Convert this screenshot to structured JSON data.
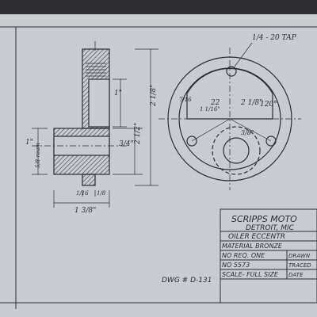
{
  "drawing": {
    "company": "SCRIPPS MOTO",
    "location": "DETROIT, MIC",
    "part_name": "OILER ECCENTR",
    "material": "MATERIAL  BRONZE",
    "quantity": "NO REQ.  ONE",
    "drawn_by": "DRAWN",
    "number": "NO 5573",
    "traced": "TRACED",
    "scale": "SCALE- FULL SIZE",
    "date": "DATE",
    "dwg_number": "DWG # D-131"
  },
  "dimensions": {
    "tap": "1/4 - 20 TAP",
    "bore": "1\"",
    "hub_dia": "2 1/8\"",
    "overall_dia": "2 1/2\"",
    "recess": "3/4\"",
    "rim_dia": "2 1/8\"",
    "angle": "120°",
    "angle_small": "22",
    "radius": "7/16",
    "slot": "1 1/16\"",
    "side_height": "1\"",
    "side_recess": "5/8 ream",
    "flange_gap": "1/16",
    "flange_gap_2": "1/8",
    "width": "1 3/8\"",
    "hole_dia": "3/8\""
  },
  "colors": {
    "paper": "#c9ccd1",
    "ink": "#2a2d35",
    "hatch": "#3a3d45"
  }
}
